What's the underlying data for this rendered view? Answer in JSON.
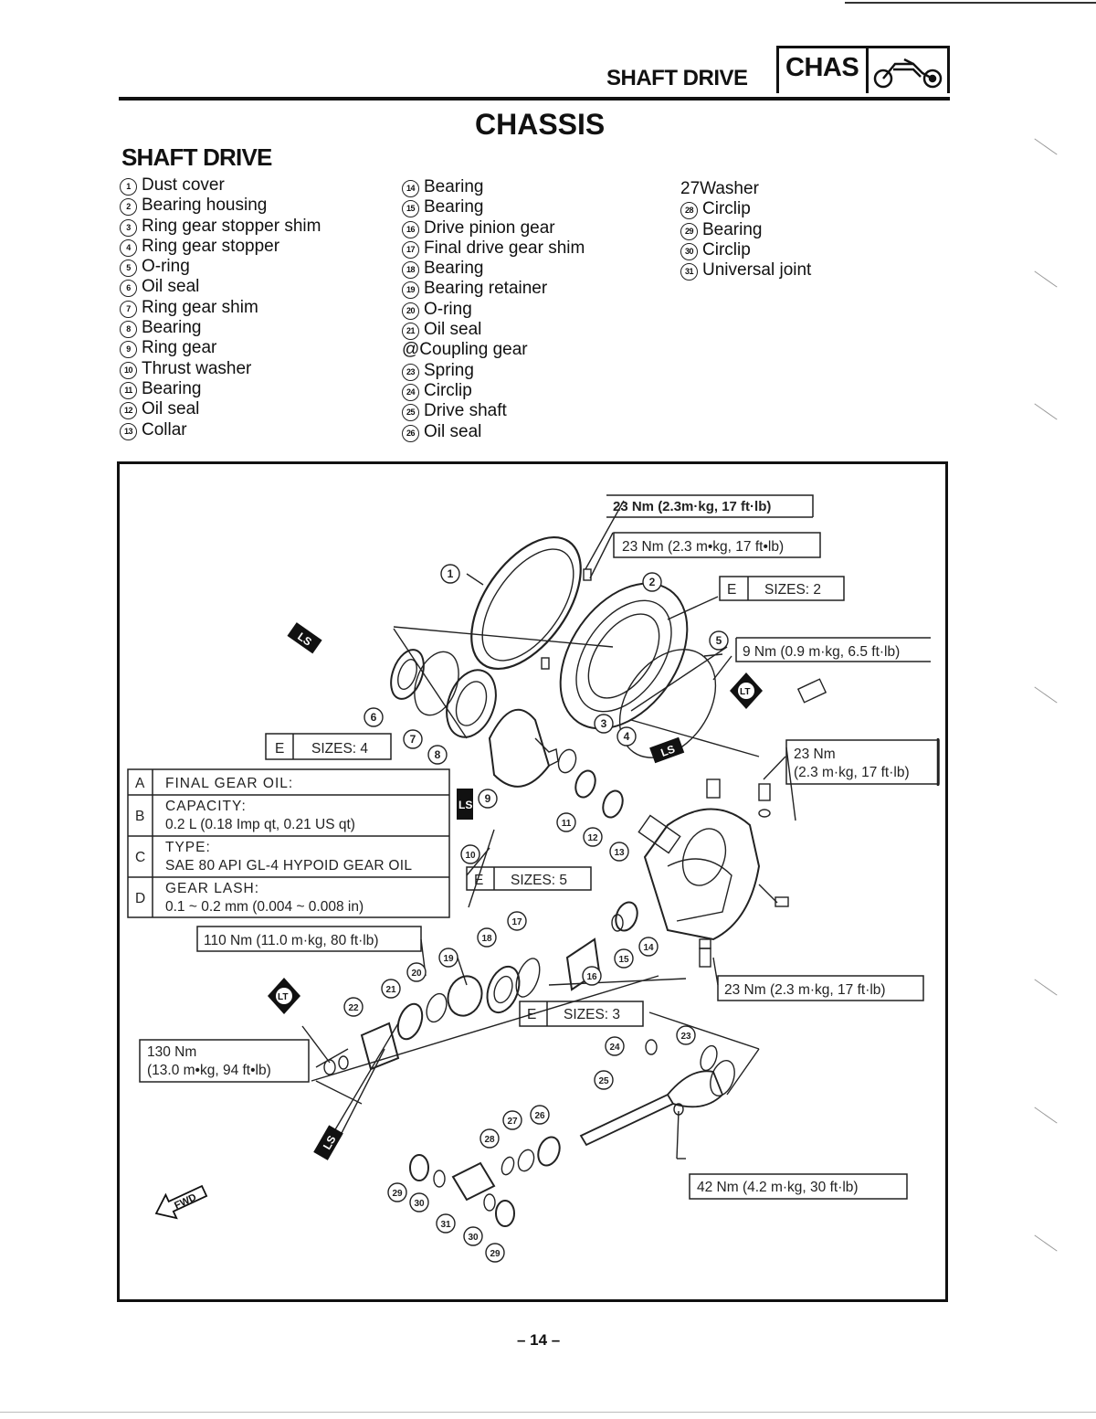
{
  "header": {
    "title": "SHAFT DRIVE",
    "badge": "CHAS"
  },
  "page_title": "CHASSIS",
  "section_title": "SHAFT DRIVE",
  "parts_col1": [
    {
      "n": "1",
      "label": "Dust cover"
    },
    {
      "n": "2",
      "label": "Bearing housing"
    },
    {
      "n": "3",
      "label": "Ring gear stopper shim"
    },
    {
      "n": "4",
      "label": "Ring gear stopper"
    },
    {
      "n": "5",
      "label": "O-ring"
    },
    {
      "n": "6",
      "label": "Oil seal"
    },
    {
      "n": "7",
      "label": "Ring gear shim"
    },
    {
      "n": "8",
      "label": "Bearing"
    },
    {
      "n": "9",
      "label": "Ring gear"
    },
    {
      "n": "10",
      "label": "Thrust washer"
    },
    {
      "n": "11",
      "label": "Bearing"
    },
    {
      "n": "12",
      "label": "Oil seal"
    },
    {
      "n": "13",
      "label": "Collar"
    }
  ],
  "parts_col2": [
    {
      "n": "14",
      "label": "Bearing"
    },
    {
      "n": "15",
      "label": "Bearing"
    },
    {
      "n": "16",
      "label": "Drive pinion gear"
    },
    {
      "n": "17",
      "label": "Final drive gear shim"
    },
    {
      "n": "18",
      "label": "Bearing"
    },
    {
      "n": "19",
      "label": "Bearing retainer"
    },
    {
      "n": "20",
      "label": "O-ring"
    },
    {
      "n": "21",
      "label": "Oil seal"
    },
    {
      "n": "",
      "label": "@Coupling gear"
    },
    {
      "n": "23",
      "label": "Spring"
    },
    {
      "n": "24",
      "label": "Circlip"
    },
    {
      "n": "25",
      "label": "Drive shaft"
    },
    {
      "n": "26",
      "label": "Oil seal"
    }
  ],
  "parts_col3": [
    {
      "n": "",
      "label": "27Washer"
    },
    {
      "n": "28",
      "label": "Circlip"
    },
    {
      "n": "29",
      "label": "Bearing"
    },
    {
      "n": "30",
      "label": "Circlip"
    },
    {
      "n": "31",
      "label": "Universal joint"
    }
  ],
  "diagram": {
    "torque": {
      "t1": "23 Nm (2.3m·kg, 17 ft·lb)",
      "t2": "23 Nm (2.3 m•kg, 17 ft•lb)",
      "t3": "9 Nm (0.9 m·kg, 6.5 ft·lb)",
      "t4a": "23 Nm",
      "t4b": "(2.3 m·kg, 17 ft·lb)",
      "t5": "110 Nm (11.0 m·kg, 80 ft·lb)",
      "t6": "23 Nm (2.3 m·kg, 17 ft·lb)",
      "t7a": "130 Nm",
      "t7b": "(13.0 m•kg, 94 ft•lb)",
      "t8": "42 Nm (4.2 m·kg, 30 ft·lb)"
    },
    "sizes": {
      "e": "E",
      "s2": "SIZES: 2",
      "s4": "SIZES: 4",
      "s5": "SIZES: 5",
      "s3": "SIZES: 3"
    },
    "spec_table": [
      {
        "key": "A",
        "line1": "FINAL GEAR OIL:",
        "line2": ""
      },
      {
        "key": "B",
        "line1": "CAPACITY:",
        "line2": "0.2 L (0.18 Imp qt, 0.21 US qt)"
      },
      {
        "key": "C",
        "line1": "TYPE:",
        "line2": "SAE 80 API GL-4 HYPOID GEAR OIL"
      },
      {
        "key": "D",
        "line1": "GEAR LASH:",
        "line2": "0.1 ~ 0.2 mm (0.004 ~ 0.008 in)"
      }
    ],
    "symbols": {
      "ls": "LS",
      "lt": "LT",
      "fwd": "FWD"
    },
    "callouts": [
      "1",
      "2",
      "3",
      "4",
      "5",
      "6",
      "7",
      "8",
      "9",
      "10",
      "11",
      "12",
      "13",
      "14",
      "15",
      "16",
      "17",
      "18",
      "19",
      "20",
      "21",
      "22",
      "23",
      "24",
      "25",
      "26",
      "27",
      "28",
      "29",
      "30",
      "31",
      "30",
      "29"
    ]
  },
  "footer": {
    "page": "– 14 –"
  }
}
